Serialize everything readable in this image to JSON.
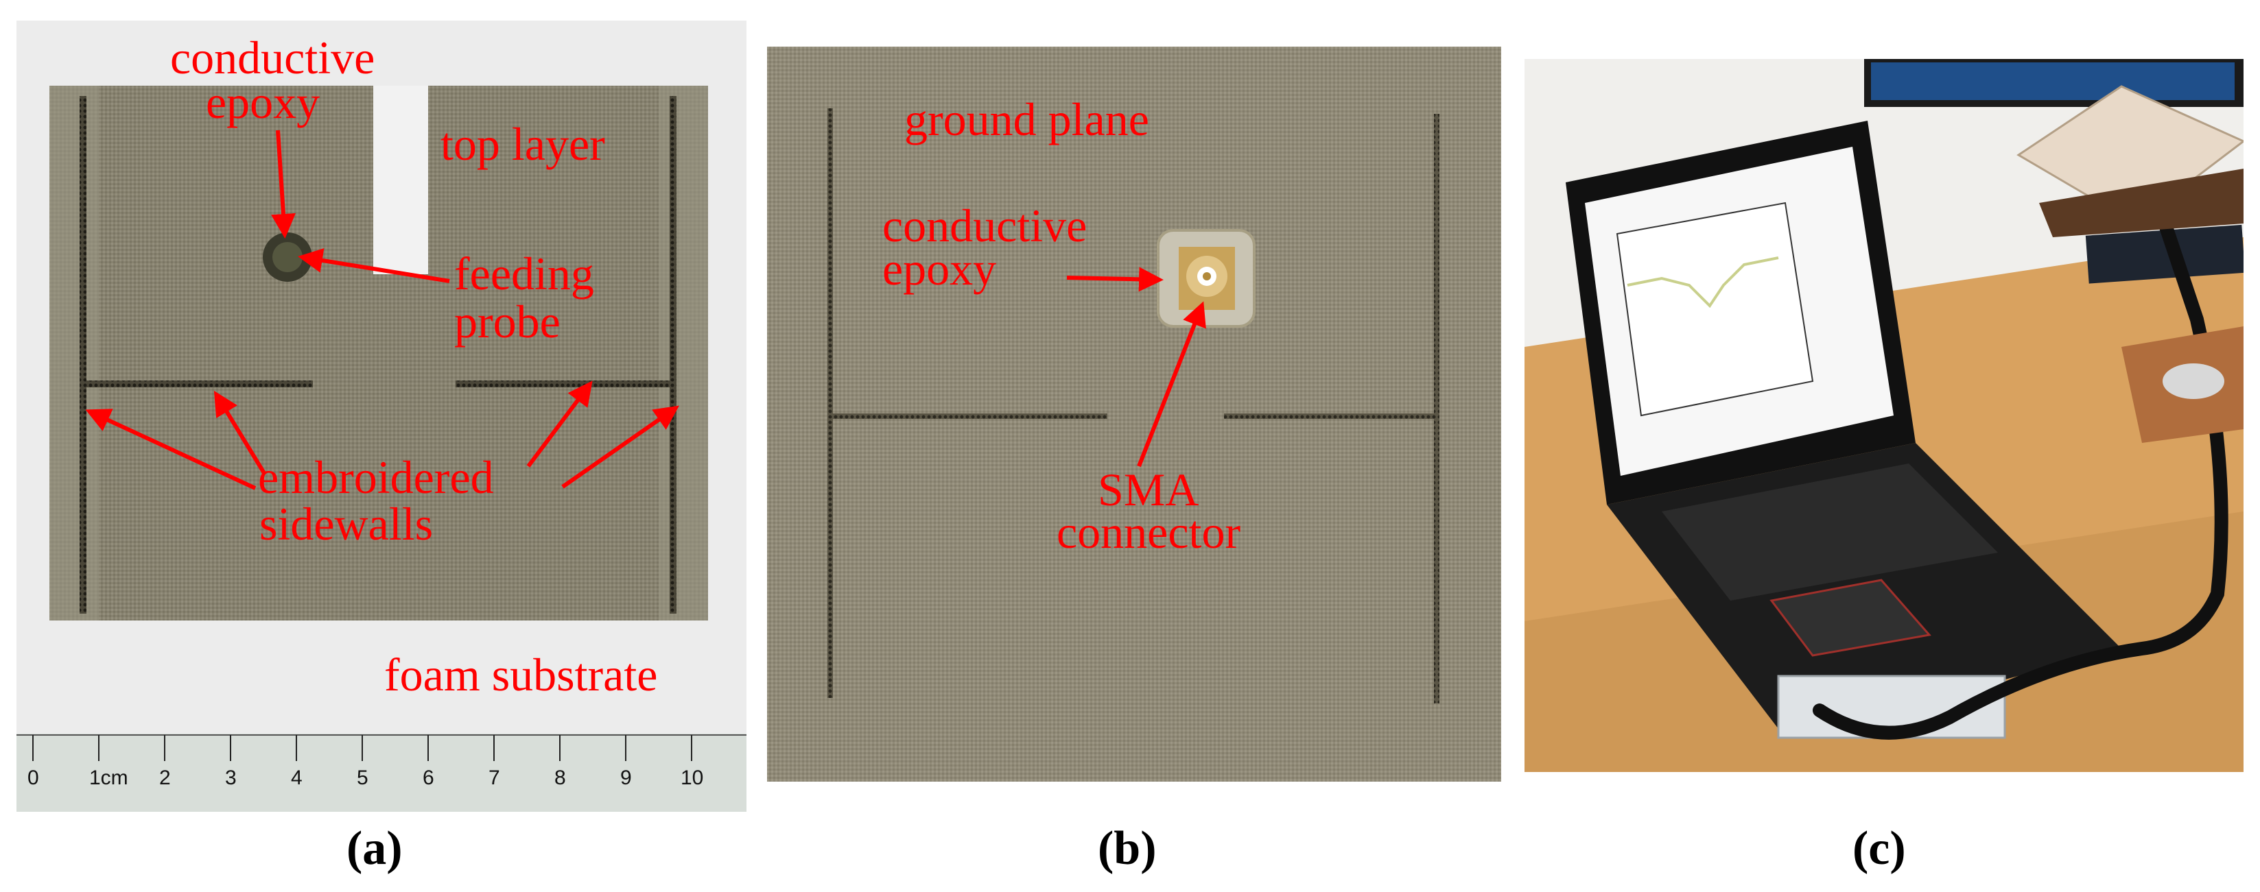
{
  "panels": [
    {
      "id": "a",
      "caption": "(a)",
      "annotations": {
        "conductive_epoxy": [
          "conductive",
          "epoxy"
        ],
        "top_layer": "top layer",
        "feeding_probe": [
          "feeding",
          "probe"
        ],
        "embroidered_sidewalls": [
          "embroidered",
          "sidewalls"
        ],
        "foam_substrate": "foam substrate"
      },
      "ruler": {
        "labels": [
          "0",
          "1cm",
          "2",
          "3",
          "4",
          "5",
          "6",
          "7",
          "8",
          "9",
          "10"
        ]
      }
    },
    {
      "id": "b",
      "caption": "(b)",
      "annotations": {
        "ground_plane": "ground plane",
        "conductive_epoxy": [
          "conductive",
          "epoxy"
        ],
        "sma_connector": [
          "SMA",
          "connector"
        ]
      }
    },
    {
      "id": "c",
      "caption": "(c)"
    }
  ],
  "colors": {
    "annotation": "#ff0000",
    "fabric": "#8a8573",
    "foam": "#ebebeb",
    "desk": "#d9a25f"
  }
}
